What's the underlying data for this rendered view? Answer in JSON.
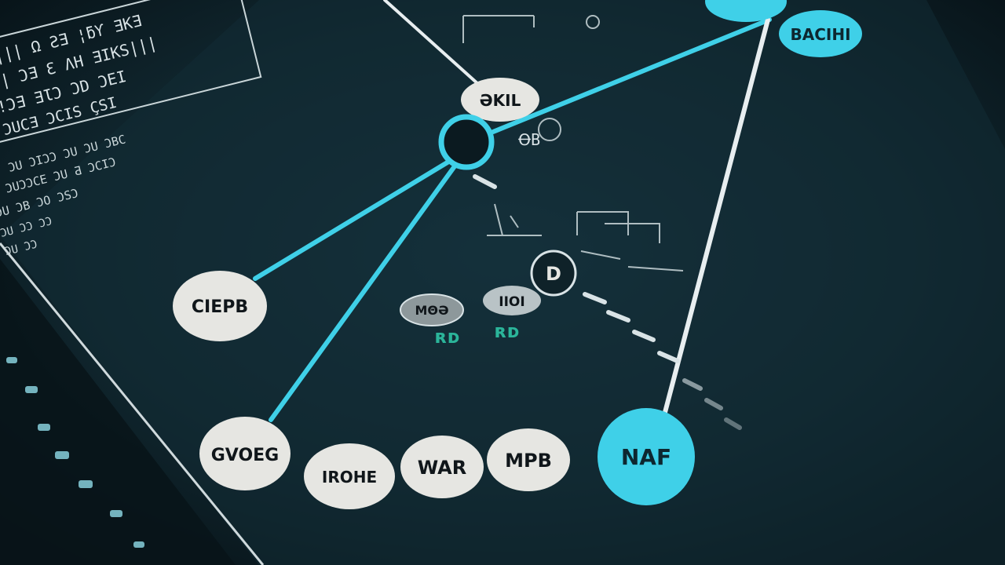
{
  "colors": {
    "background": "#0b1a20",
    "surface": "#112a33",
    "accent": "#3fd0e8",
    "node_light": "#e6e6e2",
    "line_white": "#e8eef0",
    "ink_light": "#d9e3e6",
    "ink_green": "#2bb59a"
  },
  "nodes": {
    "top_hub": {
      "label": ""
    },
    "badge_top_right": {
      "label": "BACIHI"
    },
    "node_top": {
      "label": "ƏKIL"
    },
    "hub_ring": {
      "label": ""
    },
    "node_left": {
      "label": "CIEPB"
    },
    "node_bottom_left": {
      "label": "GVOEG"
    },
    "node_bottom_b": {
      "label": "IROHE"
    },
    "node_bottom_c": {
      "label": "WAR"
    },
    "node_bottom_d": {
      "label": "MPB"
    },
    "node_bottom_right": {
      "label": "NAF"
    },
    "node_center_d": {
      "label": "D"
    },
    "node_center_small": {
      "label": "IIOI"
    },
    "node_center_oval": {
      "label": "MΘƏ"
    }
  },
  "annotations": {
    "center_a": "ʀᴅ",
    "center_b": "ʀᴅ",
    "hub_note": "ꝊB"
  },
  "text_block": {
    "rows": [
      "|||| Ω ƧƎ ¦ƃƳ ƎKƎ",
      "|| ƆƎ Ɛ ɅH ƎIKS|||",
      "ǃƆƎ ƎƖƆ ƆD ƆEI",
      "ƆUCƎ ƆCIS ÇSI",
      "ƆU ƆIƆƆ ƆU ƆU ƆBC",
      "ƆUƆƆCE ƆU Ƌ ƆCIƆ",
      "ƆU ƆB ƆO ƆSƆ",
      "ƆU ƆƆ ƆƆ",
      "ƆU ƆƆ"
    ]
  }
}
